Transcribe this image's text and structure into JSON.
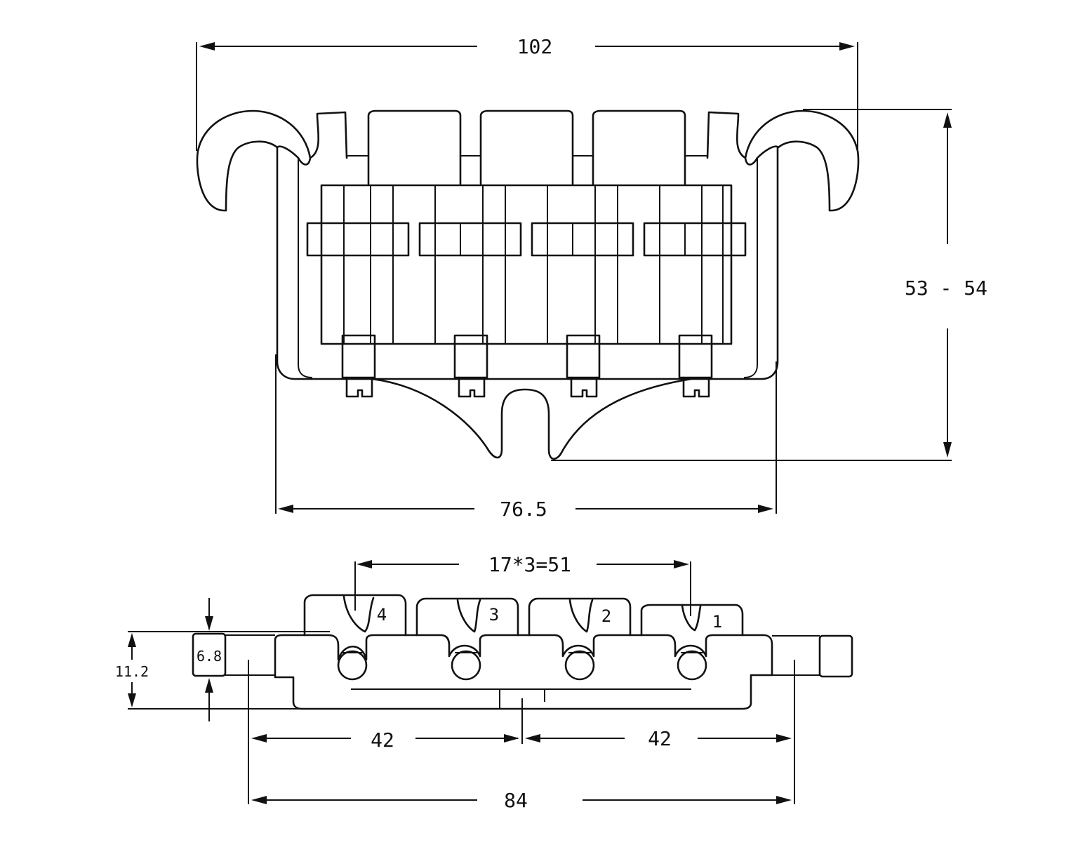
{
  "dimensions": {
    "top_width": "102",
    "height": "53 - 54",
    "base_width": "76.5",
    "string_spacing": "17*3=51",
    "small_height": "6.8",
    "total_height": "11.2",
    "half_left": "42",
    "half_right": "42",
    "mount_width": "84"
  },
  "string_numbers": [
    "4",
    "3",
    "2",
    "1"
  ],
  "colors": {
    "line": "#111111",
    "background": "#ffffff"
  }
}
